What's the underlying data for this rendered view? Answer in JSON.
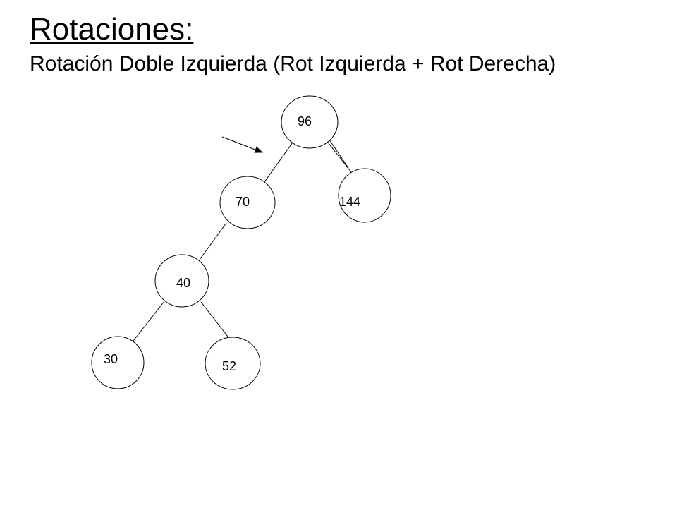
{
  "slide": {
    "title": "Rotaciones:",
    "subtitle": "Rotación Doble Izquierda (Rot Izquierda + Rot Derecha)"
  },
  "tree": {
    "nodes": [
      {
        "id": "n96",
        "label": "96"
      },
      {
        "id": "n70",
        "label": "70"
      },
      {
        "id": "n144",
        "label": "144"
      },
      {
        "id": "n40",
        "label": "40"
      },
      {
        "id": "n30",
        "label": "30"
      },
      {
        "id": "n52",
        "label": "52"
      }
    ],
    "edges": [
      {
        "from": "96",
        "to": "70"
      },
      {
        "from": "96",
        "to": "144"
      },
      {
        "from": "70",
        "to": "40"
      },
      {
        "from": "40",
        "to": "30"
      },
      {
        "from": "40",
        "to": "52"
      }
    ]
  },
  "colors": {
    "stroke": "#000000",
    "fill": "#ffffff"
  }
}
